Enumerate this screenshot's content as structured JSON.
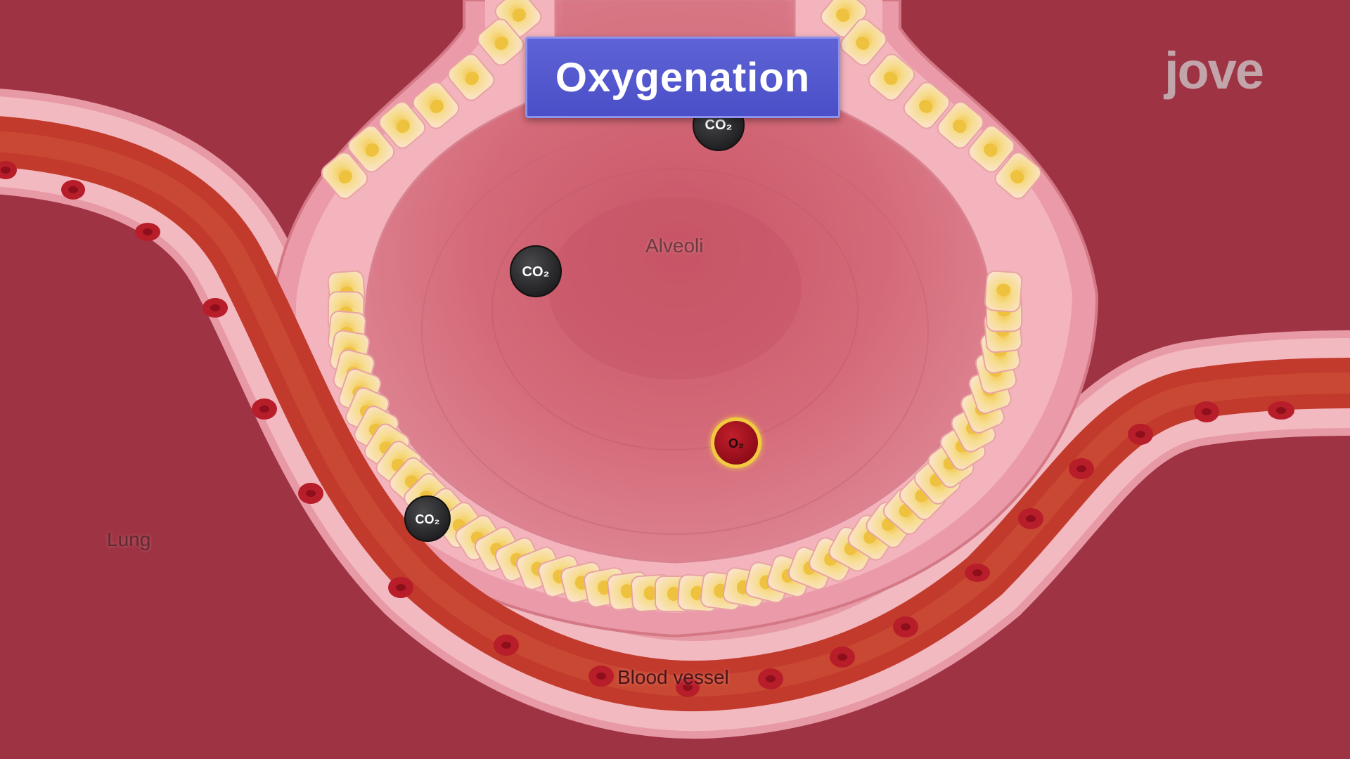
{
  "title": "Oxygenation",
  "logo": "jove",
  "labels": {
    "lung": "Lung",
    "alveoli": "Alveoli",
    "blood_vessel": "Blood vessel"
  },
  "molecules": {
    "co2": "CO₂",
    "o2": "O₂"
  },
  "colors": {
    "background": "#9e3344",
    "alveolus_wall": "#e89aa8",
    "alveolus_interior": "#d9707e",
    "blood_vessel": "#c0392b",
    "red_blood_cell": "#b81d2a",
    "co2_molecule": "#2d2d2f",
    "o2_molecule": "#a0101e",
    "o2_glow": "#f5d53a",
    "title_box": "#4e53ca"
  }
}
